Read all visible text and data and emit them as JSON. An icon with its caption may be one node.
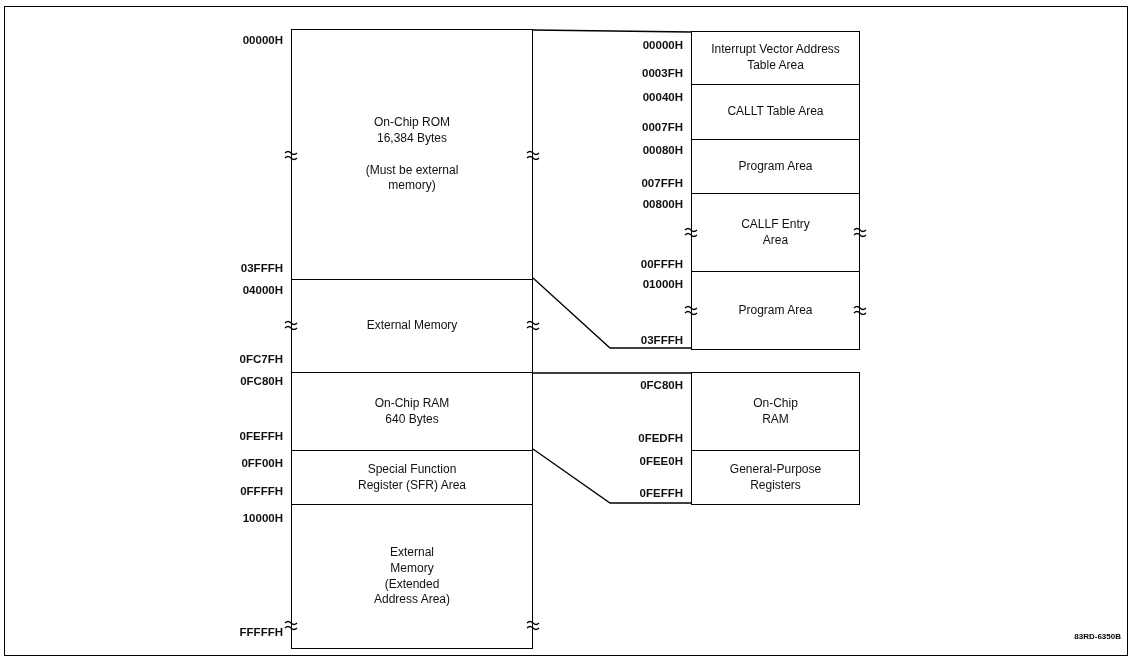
{
  "diagram": {
    "nodes": [
      {
        "text": [
          "On-Chip ROM 16,384 Bytes",
          "(Must be external memory)"
        ],
        "beside": [
          "00000H",
          "03FFFH"
        ]
      },
      {
        "text": [
          "External Memory"
        ],
        "beside": [
          "04000H",
          "0FC7FH"
        ]
      },
      {
        "text": [
          "On-Chip RAM 640 Bytes"
        ],
        "beside": [
          "0FC80H",
          "0FEFFH"
        ]
      },
      {
        "text": [
          "Special Function Register (SFR) Area"
        ],
        "beside": [
          "0FF00H",
          "0FFFFH"
        ]
      },
      {
        "text": [
          "External Memory (Extended Address Area)"
        ],
        "beside": [
          "10000H",
          "FFFFFH"
        ]
      },
      {
        "text": [
          "Interrupt Vector Address Table Area"
        ],
        "beside": [
          "00000H",
          "0003FH"
        ]
      },
      {
        "text": [
          "CALLT Table Area"
        ],
        "beside": [
          "00040H",
          "0007FH"
        ]
      },
      {
        "text": [
          "Program Area"
        ],
        "beside": [
          "00080H",
          "007FFH"
        ]
      },
      {
        "text": [
          "CALLF Entry Area"
        ],
        "beside": [
          "00800H",
          "00FFFH"
        ]
      },
      {
        "text": [
          "Program Area"
        ],
        "beside": [
          "01000H",
          "03FFFH"
        ]
      },
      {
        "text": [
          "On-Chip RAM"
        ],
        "beside": [
          "0FC80H",
          "0FEDFH"
        ]
      },
      {
        "text": [
          "General-Purpose Registers"
        ],
        "beside": [
          "0FEE0H",
          "0FEFFH"
        ]
      }
    ],
    "edges": [
      {
        "from": 0,
        "to": 5,
        "arrow": "none"
      },
      {
        "from": 0,
        "to": 9,
        "arrow": "none"
      },
      {
        "from": 2,
        "to": 10,
        "arrow": "none"
      },
      {
        "from": 2,
        "to": 11,
        "arrow": "none"
      }
    ],
    "labels": [
      "83RD-6350B"
    ]
  }
}
